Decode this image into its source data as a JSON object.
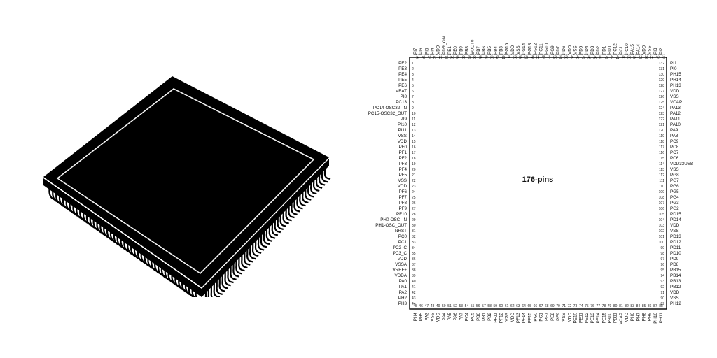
{
  "diagram": {
    "package_label": "176-pins",
    "pins": {
      "left": [
        "PE2",
        "PE3",
        "PE4",
        "PE5",
        "PE6",
        "VBAT",
        "PI8",
        "PC13",
        "PC14-OSC32_IN",
        "PC15-OSC32_OUT",
        "PI9",
        "PI10",
        "PI11",
        "VSS",
        "VDD",
        "PF0",
        "PF1",
        "PF2",
        "PF3",
        "PF4",
        "PF5",
        "VSS",
        "VDD",
        "PF6",
        "PF7",
        "PF8",
        "PF9",
        "PF10",
        "PH0-OSC_IN",
        "PH1-OSC_OUT",
        "NRST",
        "PC0",
        "PC1",
        "PC2_C",
        "PC3_C",
        "VDD",
        "VSSA",
        "VREF+",
        "VDDA",
        "PA0",
        "PA1",
        "PA2",
        "PH2",
        "PH3"
      ],
      "bottom": [
        "PH4",
        "PH5",
        "PA3",
        "VSS",
        "VDD",
        "PA4",
        "PA5",
        "PA6",
        "PA7",
        "PC4",
        "PC5",
        "PB0",
        "PB1",
        "PB2",
        "PF11",
        "PF12",
        "VSS",
        "VDD",
        "PF13",
        "PF14",
        "PF15",
        "PG0",
        "PG1",
        "PE7",
        "PE8",
        "PE9",
        "VSS",
        "VDD",
        "PE10",
        "PE11",
        "PE12",
        "PE13",
        "PE14",
        "PE15",
        "PB10",
        "PB11",
        "VCAP",
        "VDD",
        "PH6",
        "PH7",
        "PH8",
        "PH9",
        "PH10",
        "PH11"
      ],
      "right": [
        "PH12",
        "VSS",
        "VDD",
        "PB12",
        "PB13",
        "PB14",
        "PB15",
        "PD8",
        "PD9",
        "PD10",
        "PD11",
        "PD12",
        "PD13",
        "VSS",
        "VDD",
        "PD14",
        "PD15",
        "PG2",
        "PG3",
        "PG4",
        "PG5",
        "PG6",
        "PG7",
        "PG8",
        "VSS",
        "VDD33USB",
        "PC6",
        "PC7",
        "PC8",
        "PC9",
        "PA8",
        "PA9",
        "PA10",
        "PA11",
        "PA12",
        "PA13",
        "VCAP",
        "VSS",
        "VDD",
        "PH13",
        "PH14",
        "PH15",
        "PI0",
        "PI1"
      ],
      "top": [
        "PI2",
        "PI3",
        "VSS",
        "VDD",
        "PA14",
        "PA15",
        "PC10",
        "PC11",
        "PC12",
        "PD0",
        "PD1",
        "PD2",
        "PD3",
        "PD4",
        "PD5",
        "VSS",
        "VDD",
        "PD6",
        "PD7",
        "PG9",
        "PG10",
        "PG11",
        "PG12",
        "PG13",
        "PG14",
        "VSS",
        "VDD",
        "PG15",
        "PB3",
        "PB4",
        "PB5",
        "PB6",
        "PB7",
        "BOOT0",
        "PB8",
        "PB9",
        "PE0",
        "PE1",
        "PDR_ON",
        "VDD",
        "PI4",
        "PI5",
        "PI6",
        "PI7"
      ]
    }
  }
}
